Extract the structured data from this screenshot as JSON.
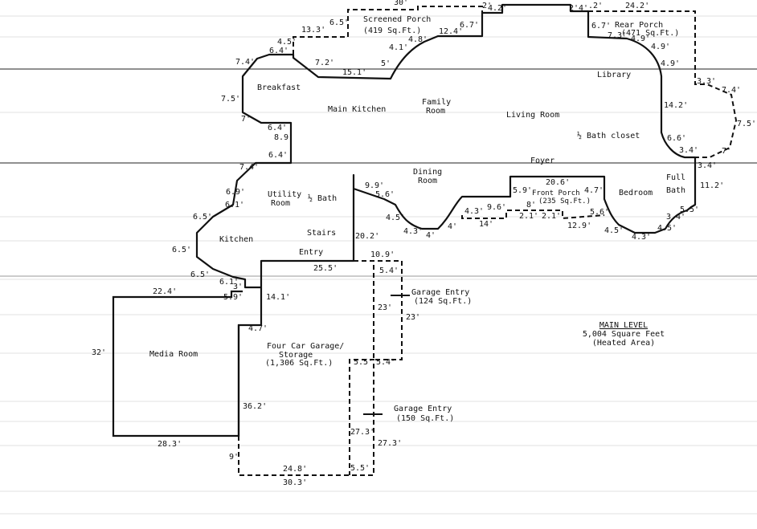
{
  "title_block": {
    "line1": "MAIN LEVEL",
    "line2": "5,004 Square Feet",
    "line3": "(Heated Area)"
  },
  "rooms": {
    "screened_porch": "Screened Porch",
    "screened_porch_area": "(419 Sq.Ft.)",
    "rear_porch": "Rear Porch",
    "rear_porch_area": "(471 Sq.Ft.)",
    "breakfast": "Breakfast",
    "main_kitchen": "Main Kitchen",
    "family": "Family",
    "family2": "Room",
    "living_room": "Living Room",
    "library": "Library",
    "half_bath_closet": "½ Bath  closet",
    "foyer": "Foyer",
    "dining": "Dining",
    "dining2": "Room",
    "full": "Full",
    "bath": "Bath",
    "utility": "Utility",
    "utility2": "Room",
    "half_bath": "½ Bath",
    "kitchen": "Kitchen",
    "stairs": "Stairs",
    "entry": "Entry",
    "front_porch": "Front Porch",
    "front_porch_area": "(235 Sq.Ft.)",
    "bedroom": "Bedroom",
    "media_room": "Media Room",
    "garage1": "Four Car Garage/",
    "garage2": "Storage",
    "garage3": "(1,306 Sq.Ft.)",
    "garage_entry_a": "Garage Entry",
    "garage_entry_a_area": "(124 Sq.Ft.)",
    "garage_entry_b": "Garage Entry",
    "garage_entry_b_area": "(150 Sq.Ft.)"
  },
  "dims": {
    "d30": "30'",
    "d2a": "2'",
    "d42": "4.2'",
    "d2b": "2'",
    "d4b": "4'",
    "d2c": ".2'",
    "d242": "24.2'",
    "d65": "6.5'",
    "d67a": "6.7'",
    "d133": "13.3'",
    "d124": "12.4'",
    "d48": "4.8'",
    "d41": "4.1'",
    "d45": "4.5'",
    "d64": "6.4'",
    "d74": "7.4'",
    "d72": "7.2'",
    "d151": "15.1'",
    "d5": "5'",
    "d67b": "6.7'",
    "d73": "7.3'",
    "d49a": "4.9'",
    "d49b": "4.9'",
    "d49c": "4.9'",
    "d33": "3.3'",
    "d74b": "7.4'",
    "d75b": "7.5'",
    "d7b": "7'",
    "d34a": "3.4'",
    "d34b": "3.4'",
    "d142": "14.2'",
    "d66": "6.6'",
    "d75": "7.5'",
    "d7": "7'",
    "d64b": "6.4'",
    "d89": "8.9'",
    "d64c": "6.4'",
    "d74c": "7.4'",
    "d69": "6.9'",
    "d61": "6.1'",
    "d65b": "6.5'",
    "d65c": "6.5'",
    "d65d": "6.5'",
    "d61b": "6.1'",
    "d3": "3'",
    "d59": "5.9'",
    "d224": "22.4'",
    "d32": "32'",
    "d283": "28.3'",
    "d99": "9.9'",
    "d56": "5.6'",
    "d45b": "4.5'",
    "d43a": "4.3'",
    "d4c": "4'",
    "d4d": "4'",
    "d43b": "4.3'",
    "d14": "14'",
    "d96": "9.6'",
    "d59b": "5.9'",
    "d206": "20.6'",
    "d47": "4.7'",
    "d8": "8'",
    "d21a": "2.1'",
    "d21b": "2.1'",
    "d129": "12.9'",
    "d56b": "5.6'",
    "d45c": "4.5'",
    "d43c": "4.3'",
    "d45d": "4.5'",
    "d34c": "3.4'",
    "d55": "5.5'",
    "d112": "11.2'",
    "d202": "20.2'",
    "d255": "25.5'",
    "d109": "10.9'",
    "d54": "5.4'",
    "d23a": "23'",
    "d23b": "23'",
    "d141": "14.1'",
    "d47b": "4.7'",
    "d55b": "5.5'",
    "d54b": "5.4'",
    "d362": "36.2'",
    "d273a": "27.3'",
    "d273b": "27.3'",
    "d9": "9'",
    "d248": "24.8'",
    "d55c": "5.5'",
    "d303": "30.3'"
  }
}
